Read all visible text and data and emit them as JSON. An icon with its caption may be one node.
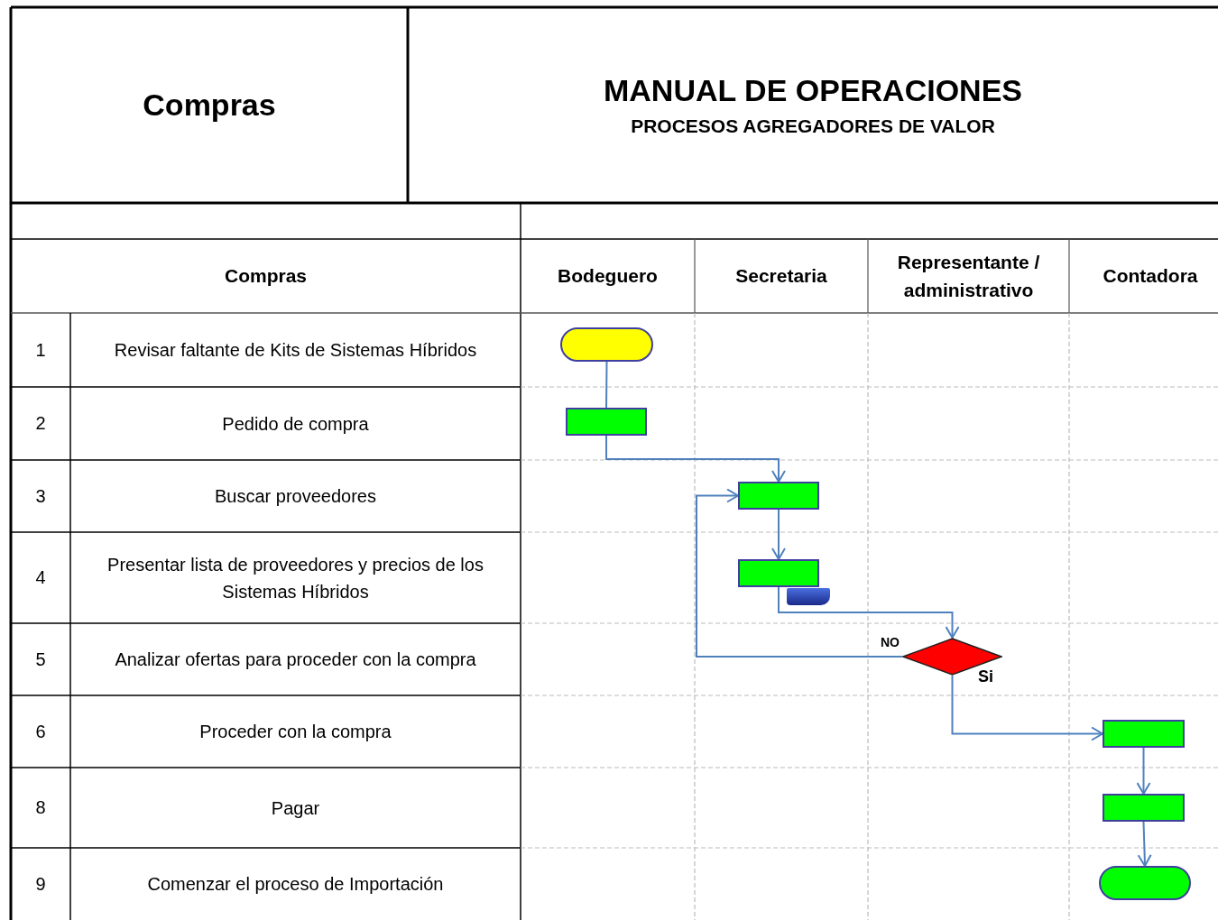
{
  "diagram": {
    "title": "MANUAL DE OPERACIONES",
    "nodes": [
      {
        "text": [],
        "shape": "oval"
      },
      {
        "text": [],
        "shape": "box"
      },
      {
        "text": [],
        "shape": "box"
      },
      {
        "text": [],
        "shape": "box"
      },
      {
        "text": [],
        "shape": "diamond"
      },
      {
        "text": [],
        "shape": "box"
      },
      {
        "text": [],
        "shape": "box"
      },
      {
        "text": [],
        "shape": "oval"
      }
    ],
    "edges": [
      {
        "from": 0,
        "to": 1,
        "arrow": "none"
      },
      {
        "from": 1,
        "to": 2,
        "arrow": "to"
      },
      {
        "from": 2,
        "to": 3,
        "arrow": "to"
      },
      {
        "from": 3,
        "to": 4,
        "arrow": "to"
      },
      {
        "from": 4,
        "to": 2,
        "arrow": "to",
        "label": "NO"
      },
      {
        "from": 4,
        "to": 5,
        "arrow": "to",
        "label": "Si"
      },
      {
        "from": 5,
        "to": 6,
        "arrow": "to"
      },
      {
        "from": 6,
        "to": 7,
        "arrow": "to"
      }
    ],
    "labels": [
      "Compras",
      "PROCESOS AGREGADORES DE VALOR",
      "Compras",
      "Bodeguero",
      "Secretaria",
      "Representante / administrativo",
      "Contadora",
      "1",
      "Revisar faltante de Kits de Sistemas Híbridos",
      "2",
      "Pedido de compra",
      "3",
      "Buscar proveedores",
      "4",
      "Presentar lista de proveedores y precios de los Sistemas Híbridos",
      "5",
      "Analizar ofertas para proceder con la compra",
      "6",
      "Proceder con la compra",
      "8",
      "Pagar",
      "9",
      "Comenzar el proceso de Importación"
    ]
  }
}
